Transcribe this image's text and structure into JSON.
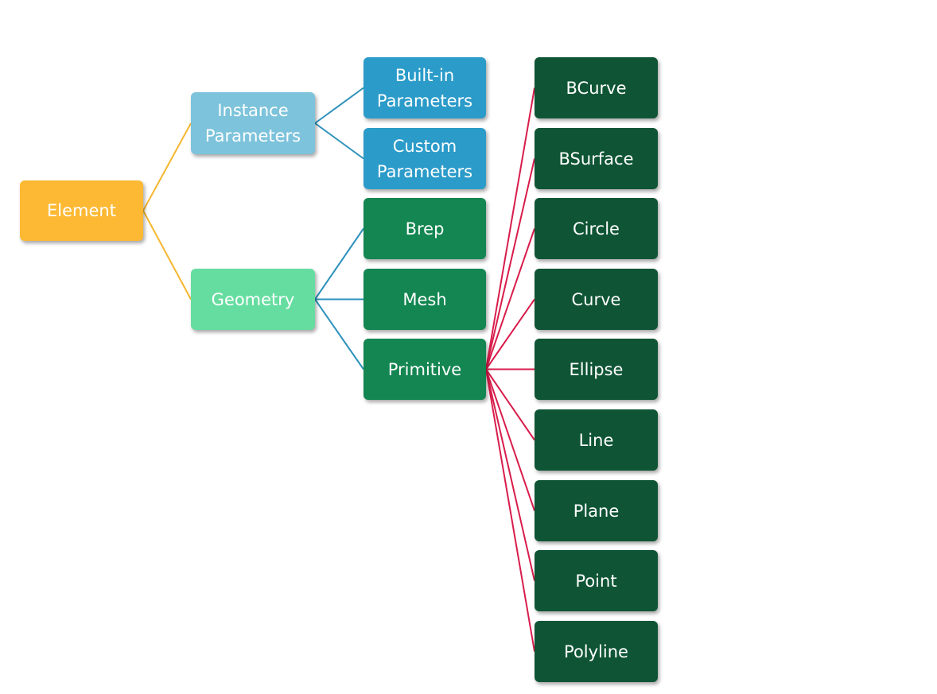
{
  "colors": {
    "root": "#FDB933",
    "root_edge": "#F5B730",
    "instance": "#7DC3DB",
    "instance_leaf": "#2B9BC9",
    "instance_edge": "#2E92BC",
    "geometry": "#66DDA0",
    "geometry_leaf": "#138651",
    "geometry_edge": "#2E92BC",
    "primitive_leaf": "#0F5535",
    "primitive_edge": "#D81D4B"
  },
  "nodes": {
    "element": "Element",
    "instance_parameters": "Instance\nParameters",
    "geometry": "Geometry",
    "builtin_parameters": "Built-in\nParameters",
    "custom_parameters": "Custom\nParameters",
    "brep": "Brep",
    "mesh": "Mesh",
    "primitive": "Primitive",
    "bcurve": "BCurve",
    "bsurface": "BSurface",
    "circle": "Circle",
    "curve": "Curve",
    "ellipse": "Ellipse",
    "line": "Line",
    "plane": "Plane",
    "point": "Point",
    "polyline": "Polyline"
  },
  "edges": [
    {
      "from": "element",
      "to": "instance_parameters",
      "color": "root_edge"
    },
    {
      "from": "element",
      "to": "geometry",
      "color": "root_edge"
    },
    {
      "from": "instance_parameters",
      "to": "builtin_parameters",
      "color": "instance_edge"
    },
    {
      "from": "instance_parameters",
      "to": "custom_parameters",
      "color": "instance_edge"
    },
    {
      "from": "geometry",
      "to": "brep",
      "color": "geometry_edge"
    },
    {
      "from": "geometry",
      "to": "mesh",
      "color": "geometry_edge"
    },
    {
      "from": "geometry",
      "to": "primitive",
      "color": "geometry_edge"
    },
    {
      "from": "primitive",
      "to": "bcurve",
      "color": "primitive_edge"
    },
    {
      "from": "primitive",
      "to": "bsurface",
      "color": "primitive_edge"
    },
    {
      "from": "primitive",
      "to": "circle",
      "color": "primitive_edge"
    },
    {
      "from": "primitive",
      "to": "curve",
      "color": "primitive_edge"
    },
    {
      "from": "primitive",
      "to": "ellipse",
      "color": "primitive_edge"
    },
    {
      "from": "primitive",
      "to": "line",
      "color": "primitive_edge"
    },
    {
      "from": "primitive",
      "to": "plane",
      "color": "primitive_edge"
    },
    {
      "from": "primitive",
      "to": "point",
      "color": "primitive_edge"
    },
    {
      "from": "primitive",
      "to": "polyline",
      "color": "primitive_edge"
    }
  ]
}
